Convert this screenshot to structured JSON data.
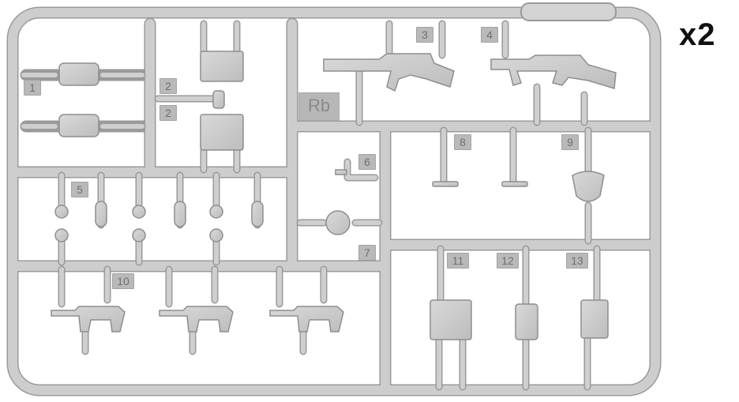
{
  "multiplier": "x2",
  "sprue_letter": "Rb",
  "part_numbers": [
    "1",
    "2",
    "2",
    "3",
    "4",
    "5",
    "6",
    "7",
    "8",
    "9",
    "10",
    "11",
    "12",
    "13"
  ],
  "colors": {
    "plastic": "#cdcdcd",
    "plastic_edge": "#9a9a9a",
    "tag": "#b9b9b9",
    "background": "#ffffff"
  }
}
